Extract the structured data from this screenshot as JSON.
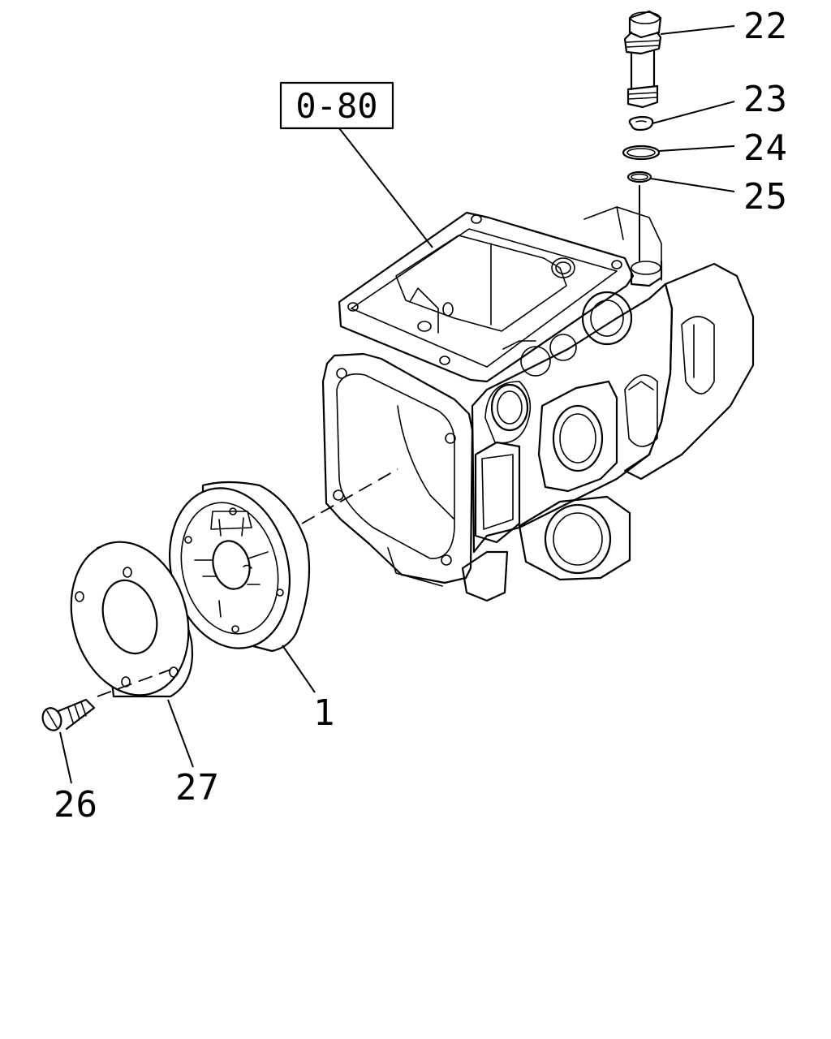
{
  "diagram": {
    "reference_box": {
      "label": "0-80"
    },
    "callouts": {
      "c1": "1",
      "c22": "22",
      "c23": "23",
      "c24": "24",
      "c25": "25",
      "c26": "26",
      "c27": "27"
    },
    "colors": {
      "ink": "#000000",
      "background": "#ffffff"
    }
  }
}
